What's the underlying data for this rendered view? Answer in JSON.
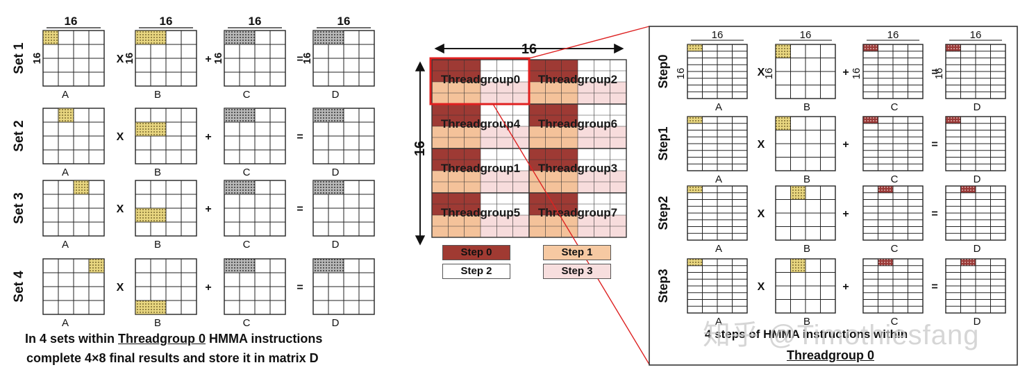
{
  "left_panel": {
    "dim_label": "16",
    "sets": [
      {
        "label": "Set 1"
      },
      {
        "label": "Set 2"
      },
      {
        "label": "Set 3"
      },
      {
        "label": "Set 4"
      }
    ],
    "matrix_labels": [
      "A",
      "B",
      "C",
      "D"
    ],
    "ops": [
      "X",
      "+",
      "="
    ],
    "caption_line1_pre": "In 4 sets within ",
    "caption_line1_link": "Threadgroup 0",
    "caption_line1_post": " HMMA instructions",
    "caption_line2": "complete 4×8 final results and store it in matrix D"
  },
  "middle_panel": {
    "dim_label": "16",
    "threadgroups": [
      "Threadgroup0",
      "Threadgroup2",
      "Threadgroup4",
      "Threadgroup6",
      "Threadgroup1",
      "Threadgroup3",
      "Threadgroup5",
      "Threadgroup7"
    ],
    "legend": [
      {
        "label": "Step 0",
        "color": "#a03a32"
      },
      {
        "label": "Step 1",
        "color": "#f6c9a2"
      },
      {
        "label": "Step 2",
        "color": "#ffffff"
      },
      {
        "label": "Step 3",
        "color": "#f7dede"
      }
    ],
    "highlight_color": "#e02020"
  },
  "right_panel": {
    "dim_label": "16",
    "steps": [
      {
        "label": "Step0"
      },
      {
        "label": "Step1"
      },
      {
        "label": "Step2"
      },
      {
        "label": "Step3"
      }
    ],
    "matrix_labels": [
      "A",
      "B",
      "C",
      "D"
    ],
    "ops": [
      "X",
      "+",
      "="
    ],
    "caption_line1": "4 steps of HMMA instructions within",
    "caption_line2": "Threadgroup 0"
  },
  "watermark": "知乎 @Timothiesfang",
  "colors": {
    "yellow_tile": "#e8d680",
    "gray_tile": "#a8a8a8",
    "dark_red_tile": "#9a3a38",
    "step0": "#a03a32",
    "step1": "#f6c9a2",
    "step3": "#f7dede"
  }
}
